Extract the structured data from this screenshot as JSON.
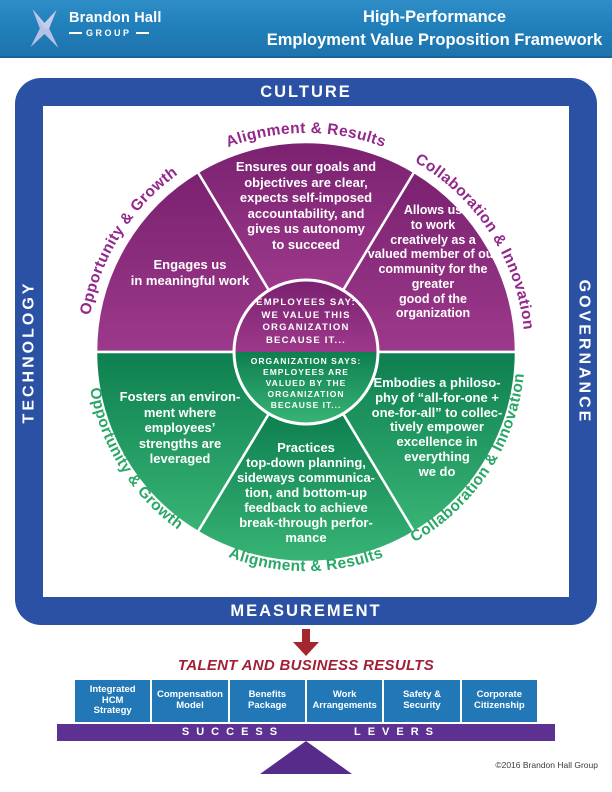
{
  "header": {
    "brand": {
      "name": "Brandon Hall",
      "group": "GROUP"
    },
    "title_line1": "High-Performance",
    "title_line2": "Employment Value Proposition Framework"
  },
  "frame": {
    "top": "CULTURE",
    "bottom": "MEASUREMENT",
    "left": "TECHNOLOGY",
    "right": "GOVERNANCE"
  },
  "wheel": {
    "curved_labels": {
      "top_left": "Opportunity & Growth",
      "top": "Alignment & Results",
      "top_right": "Collaboration & Innovation",
      "bottom_left": "Opportunity & Growth",
      "bottom": "Alignment & Results",
      "bottom_right": "Collaboration & Innovation"
    },
    "segments": {
      "top_left": "Engages us\nin meaningful work",
      "top_middle": "Ensures our goals and\nobjectives are clear,\nexpects self-imposed\naccountability, and\ngives us autonomy\nto succeed",
      "top_right": "Allows us\nto work\ncreatively as a\nvalued member of our\ncommunity for the\ngreater\ngood of the\norganization",
      "bottom_left": "Fosters an environ-\nment where\nemployees’\nstrengths are\nleveraged",
      "bottom_middle": "Practices\ntop-down planning,\nsideways communica-\ntion, and bottom-up\nfeedback to achieve\nbreak-through perfor-\nmance",
      "bottom_right": "Embodies a philoso-\nphy of “all-for-one +\none-for-all” to collec-\ntively empower\nexcellence in\neverything\nwe do"
    },
    "center": {
      "employees": "EMPLOYEES SAY:\nWE VALUE THIS\nORGANIZATION\nBECAUSE IT...",
      "organization": "ORGANIZATION SAYS:\nEMPLOYEES ARE\nVALUED BY THE\nORGANIZATION\nBECAUSE IT..."
    }
  },
  "results": {
    "talent_label": "TALENT AND BUSINESS RESULTS"
  },
  "levers": {
    "boxes": [
      "Integrated\nHCM\nStrategy",
      "Compensation\nModel",
      "Benefits\nPackage",
      "Work\nArrangements",
      "Safety &\nSecurity",
      "Corporate\nCitizenship"
    ],
    "bar": {
      "word1": "SUCCESS",
      "word2": "LEVERS"
    }
  },
  "footer": {
    "copyright": "©2016 Brandon Hall Group"
  },
  "colors": {
    "header_blue": "#2180ba",
    "frame_navy": "#2a51a3",
    "purple": "#8a2a7d",
    "green": "#1f9a5d",
    "label_purple": "#93278b",
    "label_green": "#2aa766",
    "result_red": "#a4262f",
    "lever_blue": "#2278b6",
    "lever_purple": "#5d3191"
  }
}
